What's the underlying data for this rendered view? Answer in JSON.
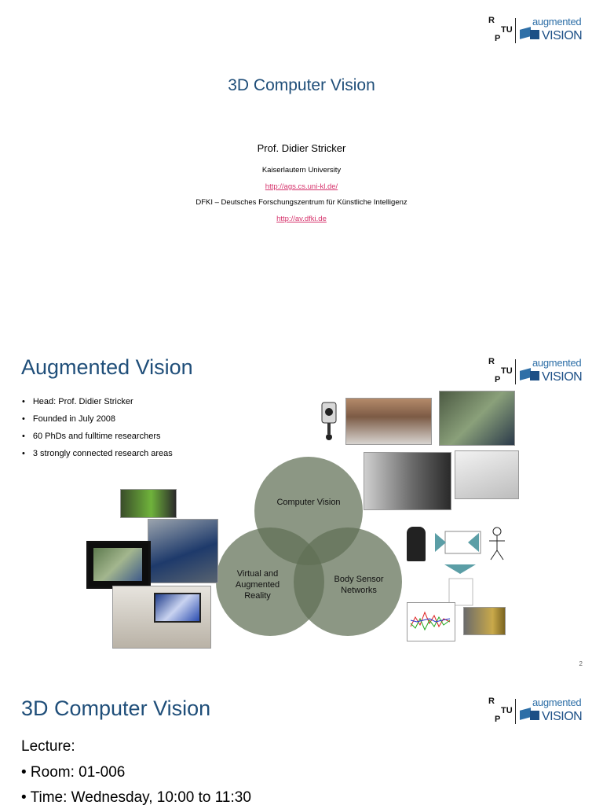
{
  "logo": {
    "r": "R",
    "tu": "TU",
    "p": "P",
    "line1": "augmented",
    "line2": "VISION",
    "colors": {
      "blue": "#2e6fa7",
      "dark_blue": "#1c4f86"
    }
  },
  "slide1": {
    "title": "3D Computer Vision",
    "author": "Prof. Didier Stricker",
    "affiliation1": "Kaiserlautern University",
    "link1": "http://ags.cs.uni-kl.de/",
    "affiliation2": "DFKI – Deutsches Forschungszentrum für Künstliche Intelligenz",
    "link2": "http://av.dfki.de"
  },
  "slide2": {
    "title": "Augmented Vision",
    "bullets": [
      "Head: Prof. Didier Stricker",
      "Founded in July 2008",
      "60 PhDs and fulltime researchers",
      "3 strongly connected research areas"
    ],
    "venn": {
      "top": "Computer Vision",
      "left": [
        "Virtual and",
        "Augmented",
        "Reality"
      ],
      "right": [
        "Body Sensor",
        "Networks"
      ],
      "color": "#5f6f55"
    },
    "page_number": "2"
  },
  "slide3": {
    "title": "3D Computer Vision",
    "lecture_label": "Lecture:",
    "bullets": [
      "• Room: 01-006",
      "• Time: Wednesday, 10:00 to 11:30"
    ]
  },
  "colors": {
    "title": "#1f4e79",
    "link": "#d6336c"
  }
}
